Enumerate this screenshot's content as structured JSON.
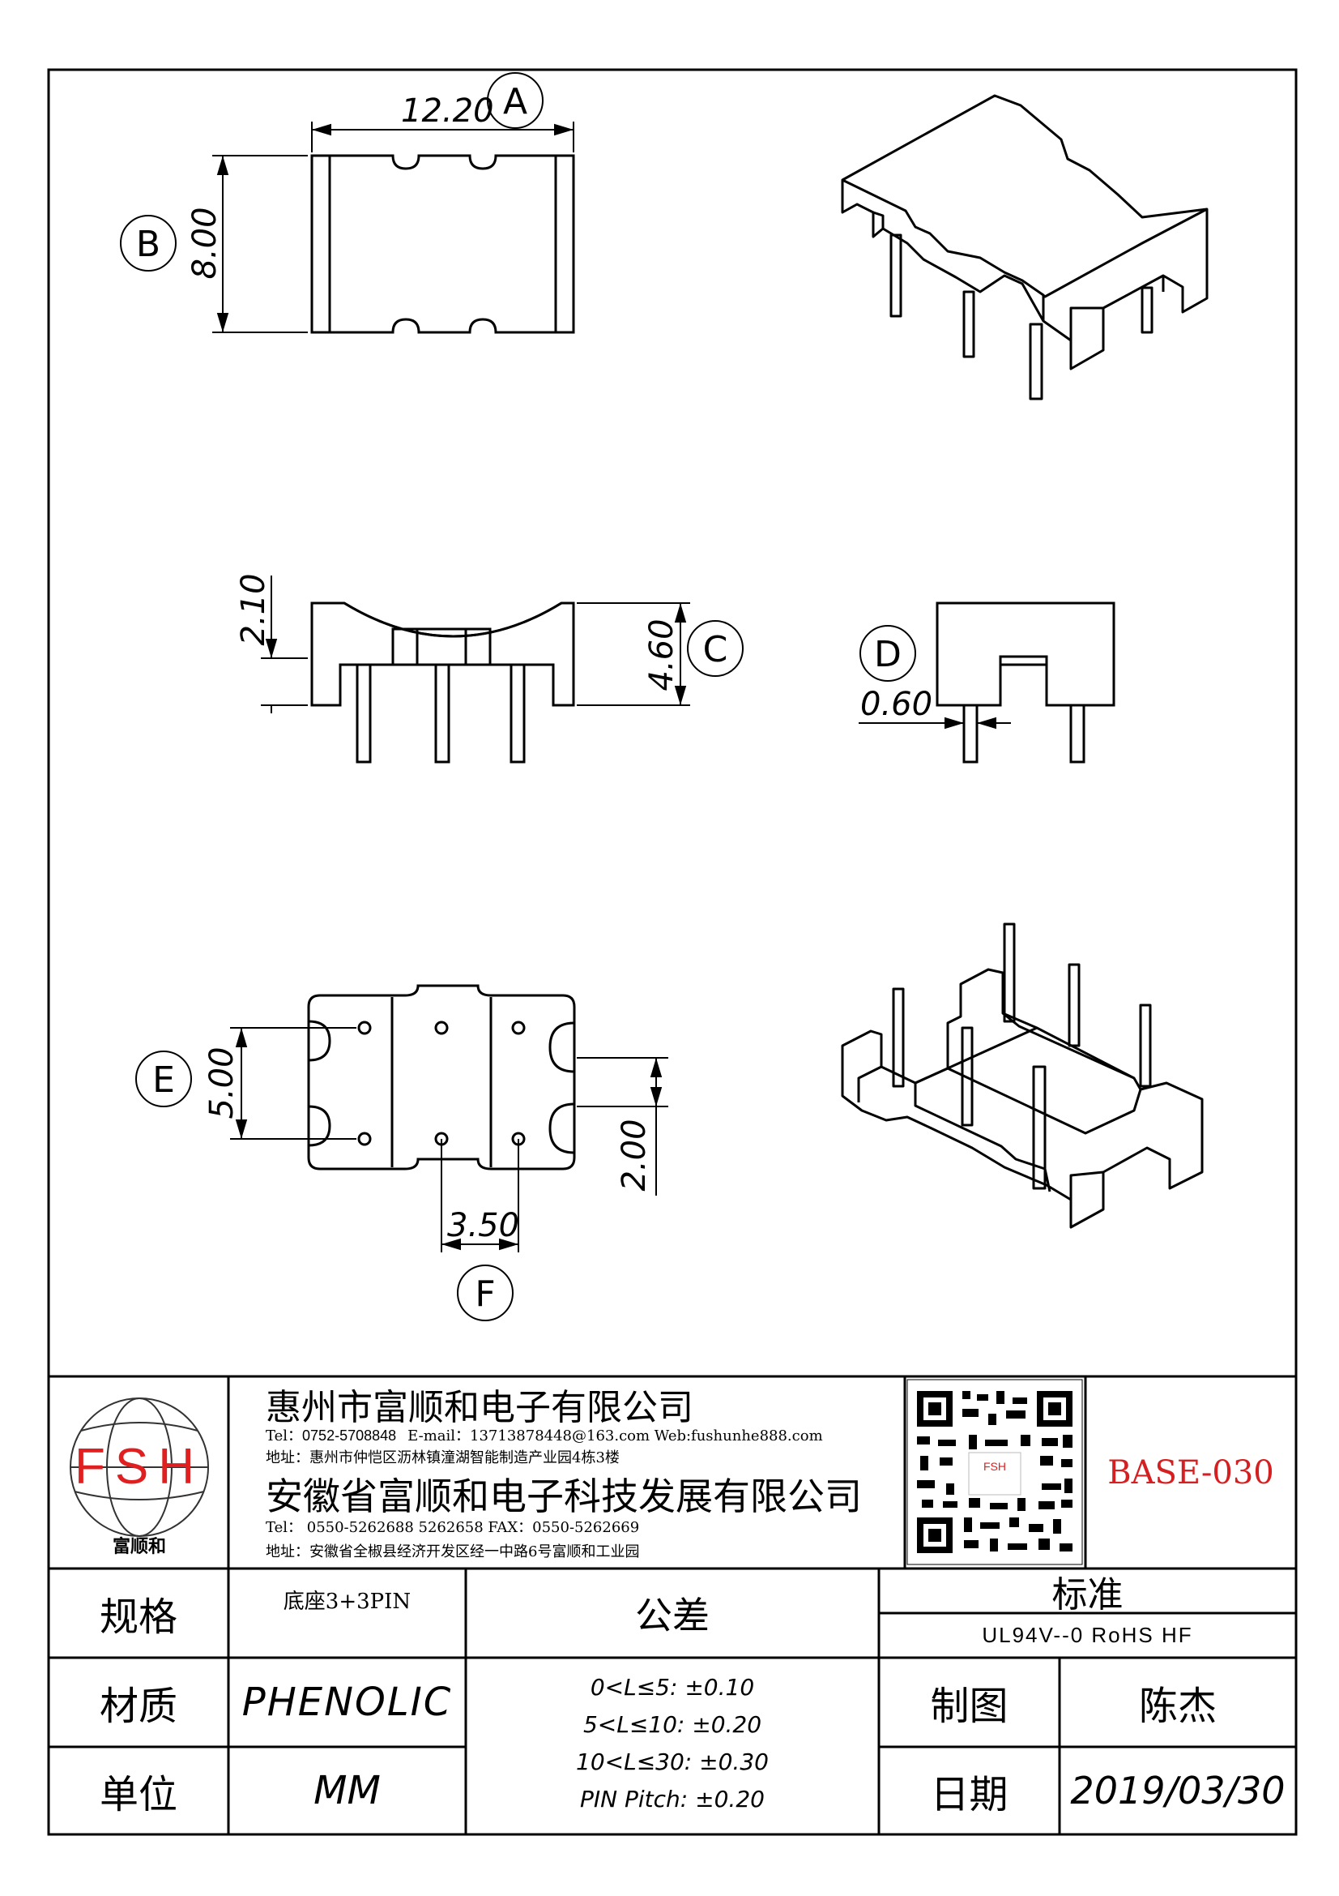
{
  "drawing": {
    "dimensions": {
      "A": {
        "letter": "A",
        "value": "12.20"
      },
      "B": {
        "letter": "B",
        "value": "8.00"
      },
      "C": {
        "letter": "C",
        "value": "4.60",
        "value2": "2.10"
      },
      "D": {
        "letter": "D",
        "value": "0.60"
      },
      "E": {
        "letter": "E",
        "value": "5.00",
        "value2": "2.00"
      },
      "F": {
        "letter": "F",
        "value": "3.50"
      }
    }
  },
  "title_block": {
    "logo": {
      "text": "FSH",
      "caption": "富顺和",
      "color": "#e02020"
    },
    "company1": {
      "name": "惠州市富顺和电子有限公司",
      "contact_prefix": "Tel：",
      "phone": "0752-5708848",
      "contact_rest": "E-mail：13713878448@163.com   Web:fushunhe888.com",
      "address": "地址：惠州市仲恺区沥林镇潼湖智能制造产业园4栋3楼"
    },
    "company2": {
      "name": "安徽省富顺和电子科技发展有限公司",
      "contact": "Tel：   0550-5262688  5262658        FAX：0550-5262669",
      "address": "地址：安徽省全椒县经济开发区经一中路6号富顺和工业园"
    },
    "qr_label": "FSH",
    "part_number": "BASE-030",
    "part_color": "#d42020",
    "rows": {
      "spec_label": "规格",
      "spec_value": "底座3+3PIN",
      "material_label": "材质",
      "material_value": "PHENOLIC",
      "unit_label": "单位",
      "unit_value": "MM",
      "tolerance_label": "公差",
      "tolerances": [
        "0<L≤5: ±0.10",
        "5<L≤10: ±0.20",
        "10<L≤30: ±0.30",
        "PIN Pitch: ±0.20"
      ],
      "standard_label": "标准",
      "standard_value": "UL94V--0  RoHS HF",
      "drawn_label": "制图",
      "drawn_value": "陈杰",
      "date_label": "日期",
      "date_value": "2019/03/30"
    }
  }
}
